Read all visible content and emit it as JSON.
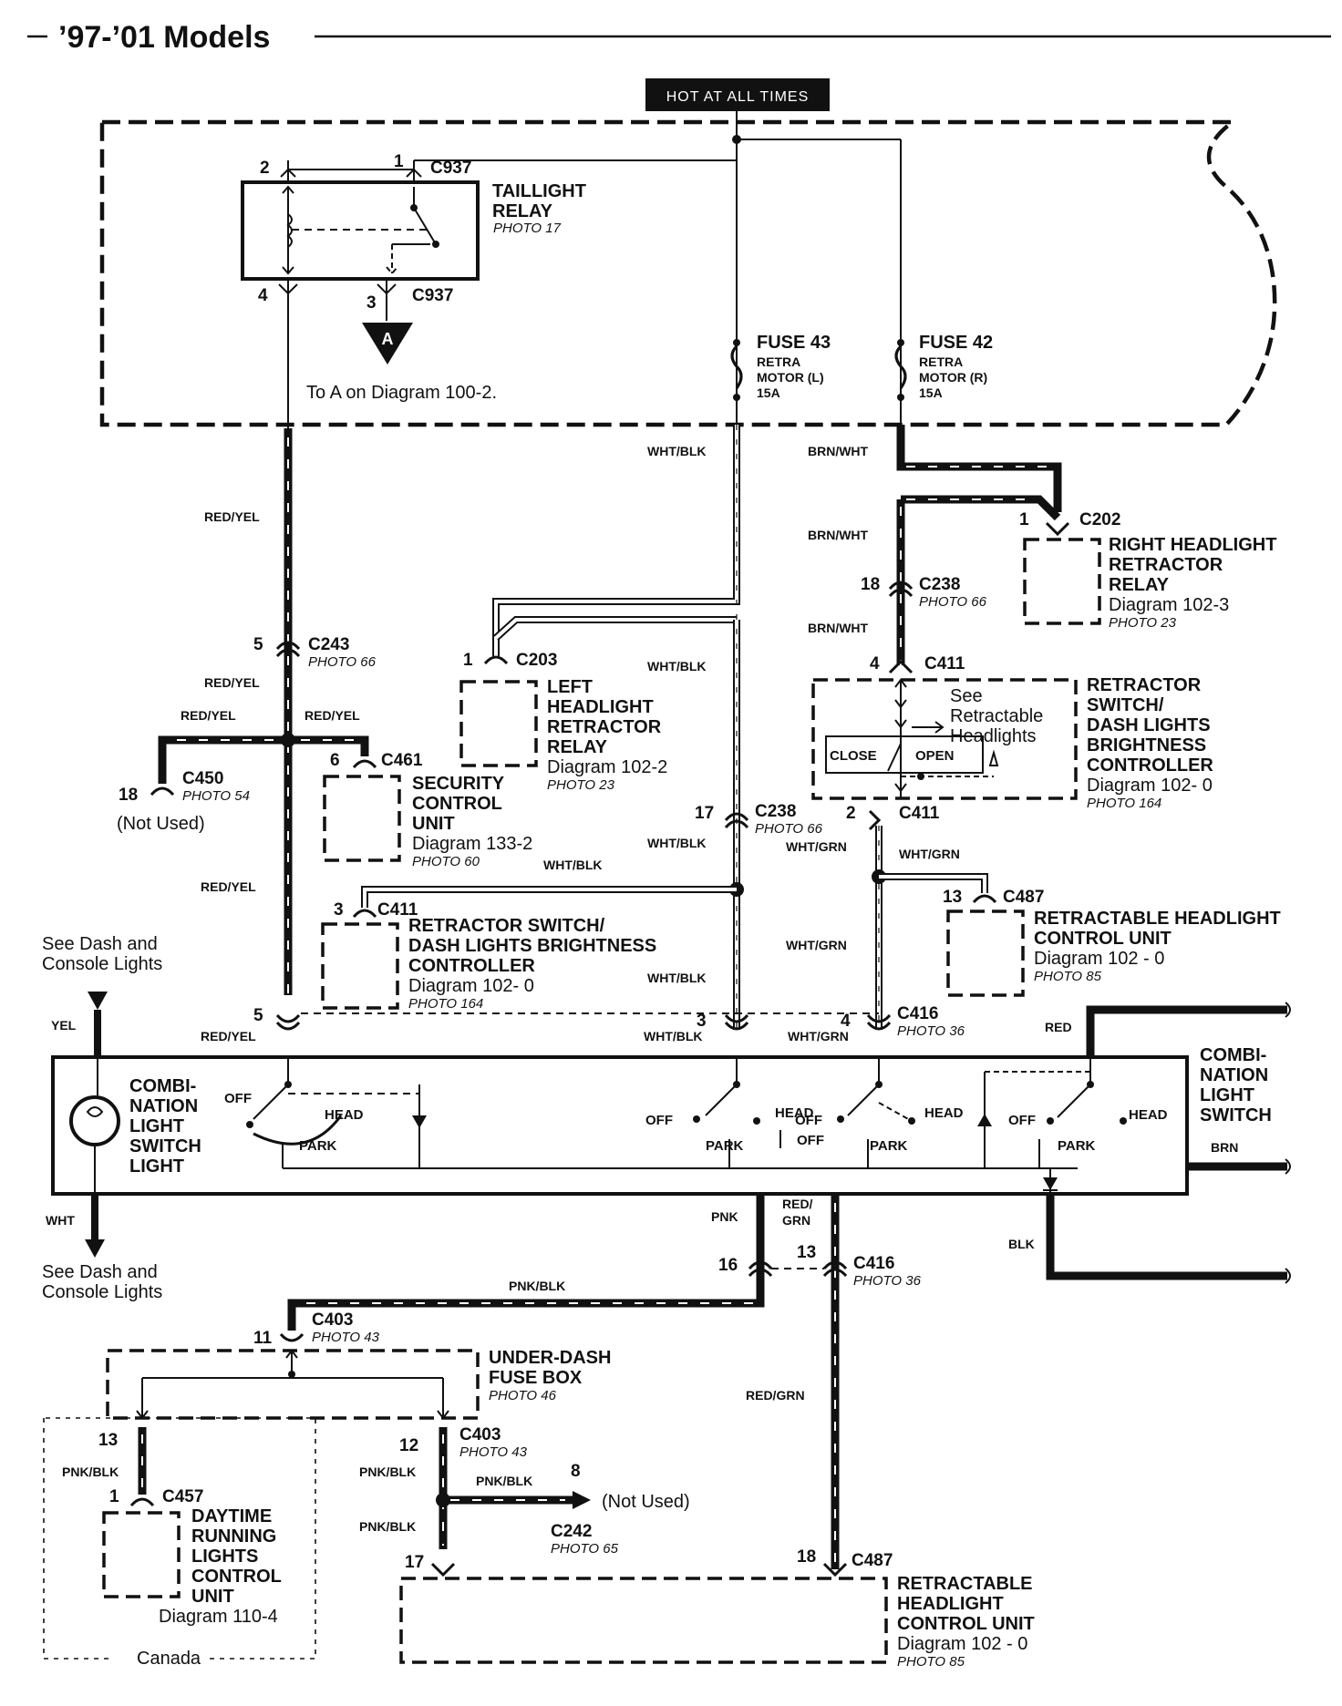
{
  "header": {
    "title": "’97-’01 Models",
    "power_label": "HOT AT ALL TIMES"
  },
  "taillight_relay": {
    "name_line1": "TAILLIGHT",
    "name_line2": "RELAY",
    "photo": "PHOTO 17",
    "pin_2": "2",
    "pin_1": "1",
    "pin_4": "4",
    "pin_3": "3",
    "connector_top": "C937",
    "connector_bottom": "C937",
    "ref_letter": "A",
    "ref_text": "To A on Diagram 100-2."
  },
  "fuses": {
    "f43_name": "FUSE 43",
    "f43_l1": "RETRA",
    "f43_l2": "MOTOR (L)",
    "f43_l3": "15A",
    "f42_name": "FUSE 42",
    "f42_l1": "RETRA",
    "f42_l2": "MOTOR (R)",
    "f42_l3": "15A"
  },
  "wires": {
    "red_yel": "RED/YEL",
    "wht_blk": "WHT/BLK",
    "brn_wht": "BRN/WHT",
    "wht_grn": "WHT/GRN",
    "yel": "YEL",
    "wht": "WHT",
    "red": "RED",
    "brn": "BRN",
    "blk": "BLK",
    "pnk": "PNK",
    "red_grn": "RED/GRN",
    "red_grn_split_1": "RED/",
    "red_grn_split_2": "GRN",
    "pnk_blk": "PNK/BLK"
  },
  "components": {
    "right_relay": {
      "pin": "1",
      "conn": "C202",
      "l1": "RIGHT HEADLIGHT",
      "l2": "RETRACTOR",
      "l3": "RELAY",
      "diagram": "Diagram 102-3",
      "photo": "PHOTO 23"
    },
    "c238_top": {
      "pin": "18",
      "conn": "C238",
      "photo": "PHOTO 66"
    },
    "c411_top": {
      "pin": "4",
      "conn": "C411"
    },
    "retractor_switch_r": {
      "l1": "RETRACTOR",
      "l2": "SWITCH/",
      "l3": "DASH LIGHTS",
      "l4": "BRIGHTNESS",
      "l5": "CONTROLLER",
      "diagram": "Diagram 102- 0",
      "photo": "PHOTO 164",
      "see1": "See",
      "see2": "Retractable",
      "see3": "Headlights",
      "close": "CLOSE",
      "open": "OPEN"
    },
    "c411_bottom": {
      "pin": "2",
      "conn": "C411"
    },
    "c243": {
      "pin": "5",
      "conn": "C243",
      "photo": "PHOTO 66"
    },
    "left_relay": {
      "pin": "1",
      "conn": "C203",
      "l1": "LEFT",
      "l2": "HEADLIGHT",
      "l3": "RETRACTOR",
      "l4": "RELAY",
      "diagram": "Diagram 102-2",
      "photo": "PHOTO 23"
    },
    "c450": {
      "pin": "18",
      "conn": "C450",
      "photo": "PHOTO 54",
      "note": "(Not Used)"
    },
    "security": {
      "pin": "6",
      "conn": "C461",
      "l1": "SECURITY",
      "l2": "CONTROL",
      "l3": "UNIT",
      "diagram": "Diagram 133-2",
      "photo": "PHOTO 60"
    },
    "c238_mid": {
      "pin": "17",
      "conn": "C238",
      "photo": "PHOTO 66"
    },
    "c487_top": {
      "pin": "13",
      "conn": "C487"
    },
    "retract_unit_top": {
      "l1": "RETRACTABLE HEADLIGHT",
      "l2": "CONTROL UNIT",
      "diagram": "Diagram 102 - 0",
      "photo": "PHOTO 85"
    },
    "retractor_switch_l": {
      "pin": "3",
      "conn": "C411",
      "l1": "RETRACTOR SWITCH/",
      "l2": "DASH LIGHTS BRIGHTNESS",
      "l3": "CONTROLLER",
      "diagram": "Diagram 102- 0",
      "photo": "PHOTO 164"
    },
    "c416_top": {
      "pin_5": "5",
      "pin_3": "3",
      "pin_4": "4",
      "conn": "C416",
      "photo": "PHOTO 36"
    }
  },
  "combination_switch": {
    "left_l1": "COMBI-",
    "left_l2": "NATION",
    "left_l3": "LIGHT",
    "left_l4": "SWITCH",
    "left_l5": "LIGHT",
    "right_l1": "COMBI-",
    "right_l2": "NATION",
    "right_l3": "LIGHT",
    "right_l4": "SWITCH",
    "off": "OFF",
    "head": "HEAD",
    "park": "PARK",
    "see_top_1": "See Dash and",
    "see_top_2": "Console Lights",
    "see_bot_1": "See Dash and",
    "see_bot_2": "Console Lights"
  },
  "lower": {
    "c416_bottom": {
      "pin_16": "16",
      "pin_13": "13",
      "conn": "C416",
      "photo": "PHOTO 36"
    },
    "c403_top": {
      "pin": "11",
      "conn": "C403",
      "photo": "PHOTO 43"
    },
    "fuse_box": {
      "l1": "UNDER-DASH",
      "l2": "FUSE BOX",
      "photo": "PHOTO 46"
    },
    "c403_bottom": {
      "pin": "12",
      "conn": "C403",
      "photo": "PHOTO 43"
    },
    "drl": {
      "pin_13": "13",
      "pin_1": "1",
      "conn": "C457",
      "l1": "DAYTIME",
      "l2": "RUNNING",
      "l3": "LIGHTS",
      "l4": "CONTROL",
      "l5": "UNIT",
      "diagram": "Diagram 110-4",
      "region": "Canada"
    },
    "c242": {
      "pin": "8",
      "conn": "C242",
      "photo": "PHOTO 65",
      "note": "(Not Used)"
    },
    "c487_bottom": {
      "pin_17": "17",
      "pin_18": "18",
      "conn": "C487"
    },
    "retract_unit_bottom": {
      "l1": "RETRACTABLE",
      "l2": "HEADLIGHT",
      "l3": "CONTROL UNIT",
      "diagram": "Diagram 102 - 0",
      "photo": "PHOTO 85"
    }
  }
}
